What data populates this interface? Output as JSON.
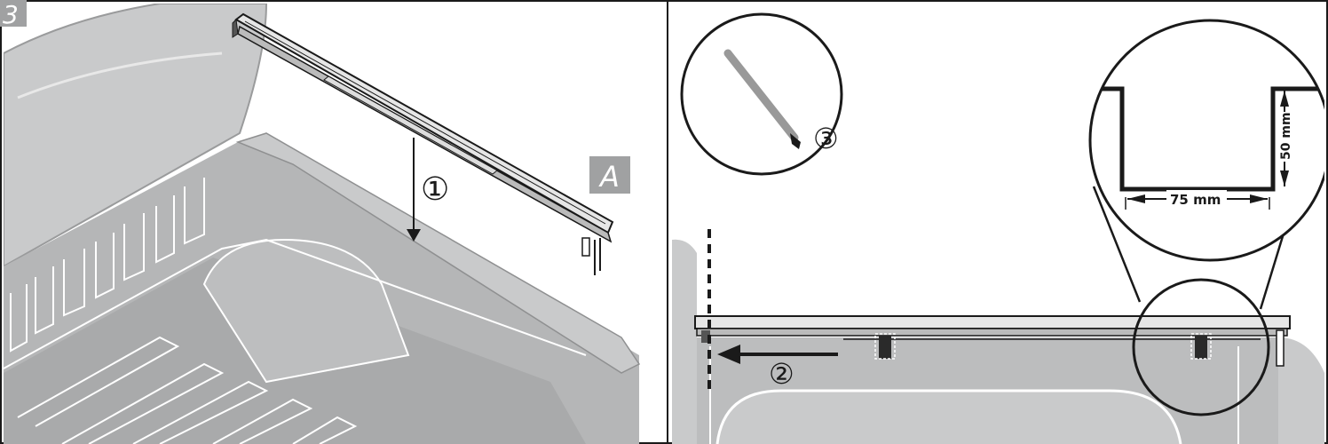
{
  "step": {
    "number": "3"
  },
  "left_panel": {
    "part_label": "A",
    "step_callout_1": "①"
  },
  "right_panel": {
    "step_callout_2": "②",
    "step_callout_3": "③",
    "dimension_width": "75 mm",
    "dimension_height": "50 mm"
  },
  "colors": {
    "truck_body": "#c9cacb",
    "truck_bed_inner": "#b5b6b7",
    "truck_bed_floor": "#a9aaab",
    "rail_dark": "#2a2a2a",
    "label_box": "#a0a1a2",
    "outline": "#1a1a1a"
  }
}
